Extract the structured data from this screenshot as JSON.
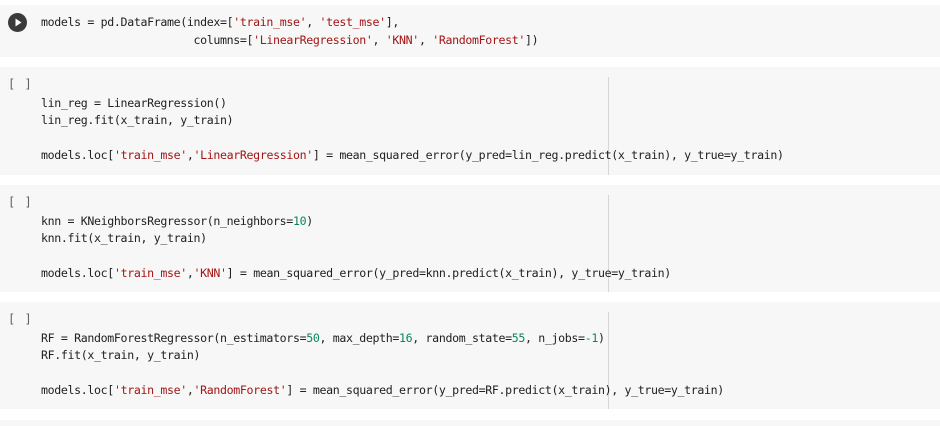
{
  "notebook": {
    "cells": [
      {
        "exec_label": "",
        "has_run_button": true,
        "lines": [
          [
            [
              "t",
              "models = pd.DataFrame(index=["
            ],
            [
              "s",
              "'train_mse'"
            ],
            [
              "t",
              ", "
            ],
            [
              "s",
              "'test_mse'"
            ],
            [
              "t",
              "],"
            ]
          ],
          [
            [
              "t",
              "                       columns=["
            ],
            [
              "s",
              "'LinearRegression'"
            ],
            [
              "t",
              ", "
            ],
            [
              "s",
              "'KNN'"
            ],
            [
              "t",
              ", "
            ],
            [
              "s",
              "'RandomForest'"
            ],
            [
              "t",
              "])"
            ]
          ]
        ]
      },
      {
        "exec_label": "[ ]",
        "has_run_button": false,
        "lines": [
          [
            [
              "t",
              ""
            ]
          ],
          [
            [
              "t",
              "lin_reg = LinearRegression()"
            ]
          ],
          [
            [
              "t",
              "lin_reg.fit(x_train, y_train)"
            ]
          ],
          [
            [
              "t",
              ""
            ]
          ],
          [
            [
              "t",
              "models.loc["
            ],
            [
              "s",
              "'train_mse'"
            ],
            [
              "t",
              ","
            ],
            [
              "s",
              "'LinearRegression'"
            ],
            [
              "t",
              "] = mean_squared_error(y_pred=lin_reg.predict(x_train), y_true=y_train)"
            ]
          ]
        ]
      },
      {
        "exec_label": "[ ]",
        "has_run_button": false,
        "lines": [
          [
            [
              "t",
              ""
            ]
          ],
          [
            [
              "t",
              "knn = KNeighborsRegressor(n_neighbors="
            ],
            [
              "n",
              "10"
            ],
            [
              "t",
              ")"
            ]
          ],
          [
            [
              "t",
              "knn.fit(x_train, y_train)"
            ]
          ],
          [
            [
              "t",
              ""
            ]
          ],
          [
            [
              "t",
              "models.loc["
            ],
            [
              "s",
              "'train_mse'"
            ],
            [
              "t",
              ","
            ],
            [
              "s",
              "'KNN'"
            ],
            [
              "t",
              "] = mean_squared_error(y_pred=knn.predict(x_train), y_true=y_train)"
            ]
          ]
        ]
      },
      {
        "exec_label": "[ ]",
        "has_run_button": false,
        "lines": [
          [
            [
              "t",
              ""
            ]
          ],
          [
            [
              "t",
              "RF = RandomForestRegressor(n_estimators="
            ],
            [
              "n",
              "50"
            ],
            [
              "t",
              ", max_depth="
            ],
            [
              "n",
              "16"
            ],
            [
              "t",
              ", random_state="
            ],
            [
              "n",
              "55"
            ],
            [
              "t",
              ", n_jobs="
            ],
            [
              "n",
              "-1"
            ],
            [
              "t",
              ")"
            ]
          ],
          [
            [
              "t",
              "RF.fit(x_train, y_train)"
            ]
          ],
          [
            [
              "t",
              ""
            ]
          ],
          [
            [
              "t",
              "models.loc["
            ],
            [
              "s",
              "'train_mse'"
            ],
            [
              "t",
              ","
            ],
            [
              "s",
              "'RandomForest'"
            ],
            [
              "t",
              "] = mean_squared_error(y_pred=RF.predict(x_train), y_true=y_train)"
            ]
          ]
        ]
      }
    ],
    "icons": {
      "run": "play-circle-icon"
    },
    "colors": {
      "cell_bg": "#f7f7f7",
      "string": "#a31515",
      "number": "#098658",
      "text": "#212121",
      "run_button": "#3b3b3b"
    }
  }
}
